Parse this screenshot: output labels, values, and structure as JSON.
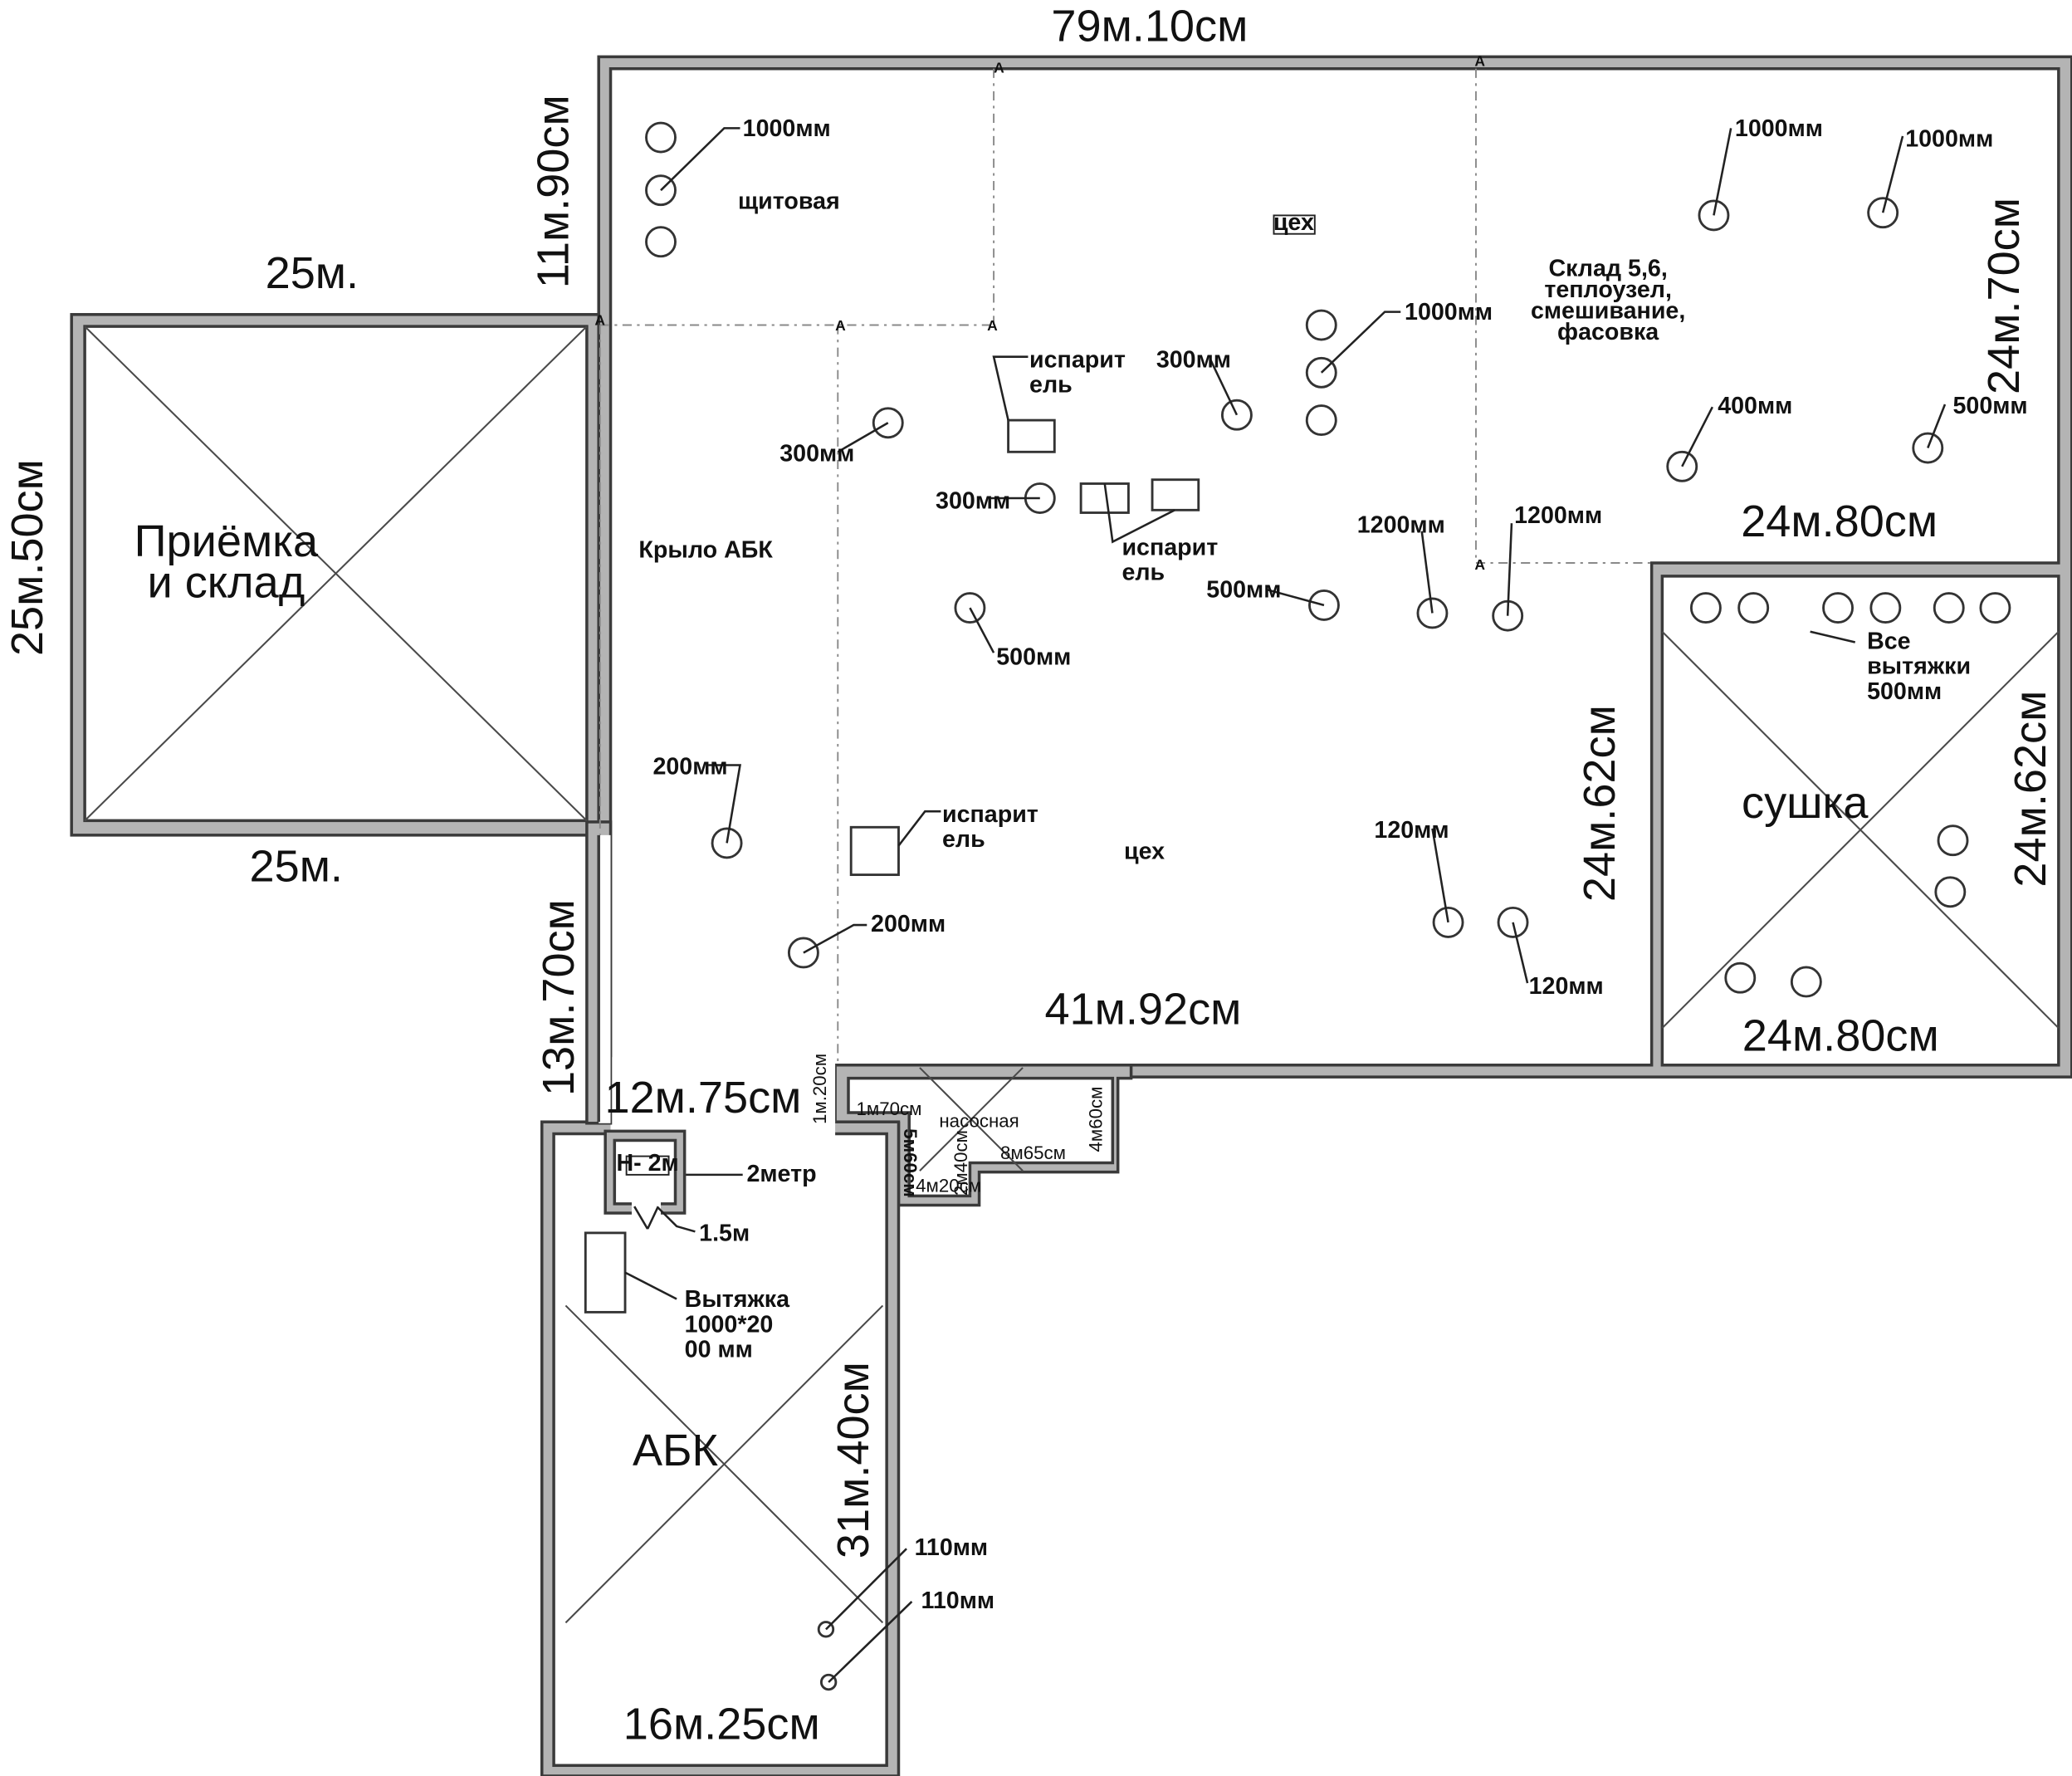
{
  "dimensions": {
    "top_total": "79м.10см",
    "top_wall_height": "11м.90см",
    "priemka_top": "25м.",
    "priemka_side": "25м.50см",
    "priemka_bottom": "25м.",
    "left_lower": "13м.70см",
    "abk_top": "12м.75см",
    "abk_bottom": "16м.25см",
    "abk_side": "31м.40см",
    "sklad_height": "24м.70см",
    "sklad_width": "24м.80см",
    "ceh_height": "24м.62см",
    "ceh_width": "41м.92см",
    "sushka_height": "24м.62см",
    "sushka_width": "24м.80см",
    "nasos_gap": "1м.20см",
    "nasos_a": "1м70см",
    "nasos_b": "5м60см",
    "nasos_c": "2м40см",
    "nasos_d": "8м65см",
    "nasos_e": "4м20см",
    "nasos_f": "4м60см"
  },
  "rooms": {
    "priemka_l1": "Приёмка",
    "priemka_l2": "и склад",
    "schitovaya": "щитовая",
    "ceh_top": "цех",
    "ceh_main": "цех",
    "krylo": "Крыло АБК",
    "sklad_l1": "Склад 5,6,",
    "sklad_l2": "теплоузел,",
    "sklad_l3": "смешивание,",
    "sklad_l4": "фасовка",
    "sushka": "сушка",
    "nasosnaya": "насосная",
    "abk": "АБК"
  },
  "labels": {
    "d1000_a": "1000мм",
    "d1000_b": "1000мм",
    "d1000_c": "1000мм",
    "d1000_d": "1000мм",
    "d300_a": "300мм",
    "d300_b": "300мм",
    "d300_c": "300мм",
    "d500_a": "500мм",
    "d500_b": "500мм",
    "d500_c": "500мм",
    "d400": "400мм",
    "d1200_a": "1200мм",
    "d1200_b": "1200мм",
    "d200_a": "200мм",
    "d200_b": "200мм",
    "d120_a": "120мм",
    "d120_b": "120мм",
    "d110_a": "110мм",
    "d110_b": "110мм",
    "evap_a_l1": "испарит",
    "evap_a_l2": "ель",
    "evap_b_l1": "испарит",
    "evap_b_l2": "ель",
    "evap_c_l1": "испарит",
    "evap_c_l2": "ель",
    "all_l1": "Все",
    "all_l2": "вытяжки",
    "all_l3": "500мм",
    "h2m": "Н- 2м",
    "m2": "2метр",
    "m15": "1.5м",
    "vyt_l1": "Вытяжка",
    "vyt_l2": "1000*20",
    "vyt_l3": "00 мм",
    "marker": "A"
  }
}
